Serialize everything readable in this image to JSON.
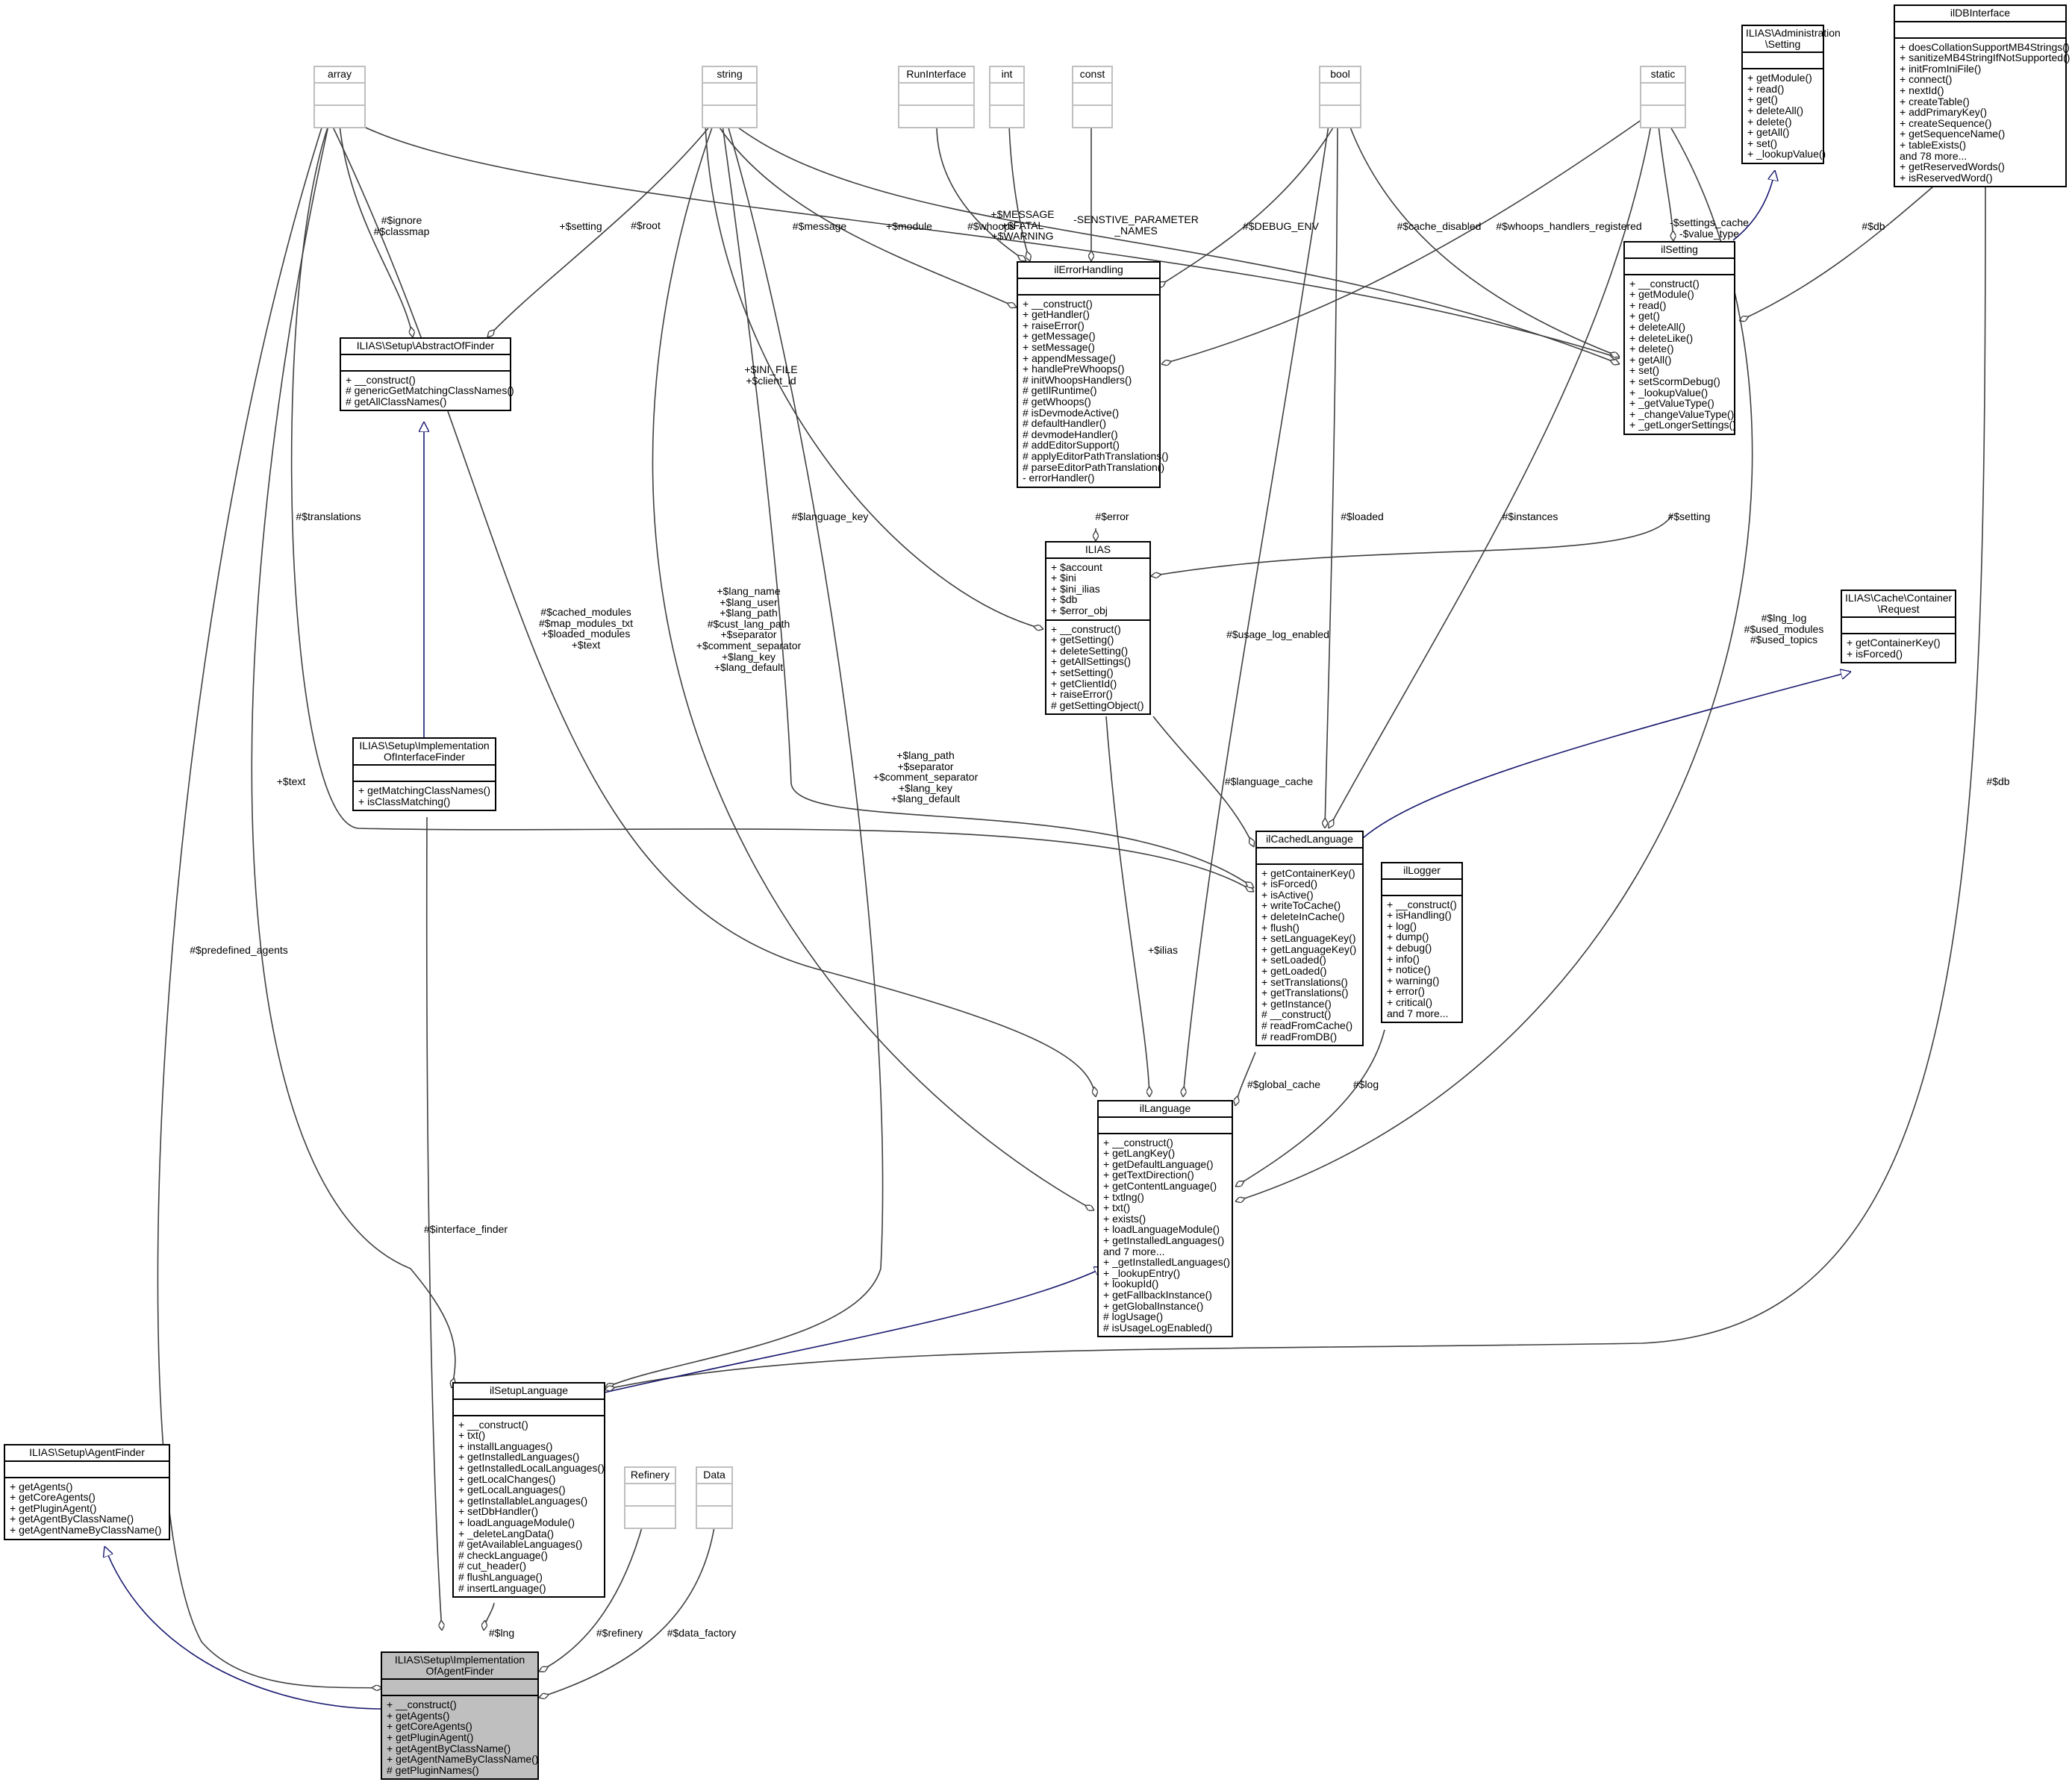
{
  "diagram": {
    "classes": {
      "array": {
        "name": "array",
        "attrs": [],
        "methods": []
      },
      "string": {
        "name": "string",
        "attrs": [],
        "methods": []
      },
      "runinterface": {
        "name": "RunInterface",
        "attrs": [],
        "methods": []
      },
      "int": {
        "name": "int",
        "attrs": [],
        "methods": []
      },
      "const": {
        "name": "const",
        "attrs": [],
        "methods": []
      },
      "bool": {
        "name": "bool",
        "attrs": [],
        "methods": []
      },
      "static": {
        "name": "static",
        "attrs": [],
        "methods": []
      },
      "admin_setting": {
        "name": "ILIAS\\Administration\n\\Setting",
        "attrs": [],
        "methods": [
          "+ getModule()",
          "+ read()",
          "+ get()",
          "+ deleteAll()",
          "+ delete()",
          "+ getAll()",
          "+ set()",
          "+ _lookupValue()"
        ]
      },
      "ildbinterface": {
        "name": "ilDBInterface",
        "attrs": [],
        "methods": [
          "+ doesCollationSupportMB4Strings()",
          "+ sanitizeMB4StringIfNotSupported()",
          "+ initFromIniFile()",
          "+ connect()",
          "+ nextId()",
          "+ createTable()",
          "+ addPrimaryKey()",
          "+ createSequence()",
          "+ getSequenceName()",
          "+ tableExists()",
          "and 78 more...",
          "+ getReservedWords()",
          "+ isReservedWord()"
        ]
      },
      "ilerrorhandling": {
        "name": "ilErrorHandling",
        "attrs": [],
        "methods": [
          "+ __construct()",
          "+ getHandler()",
          "+ raiseError()",
          "+ getMessage()",
          "+ setMessage()",
          "+ appendMessage()",
          "+ handlePreWhoops()",
          "# initWhoopsHandlers()",
          "# getIlRuntime()",
          "# getWhoops()",
          "# isDevmodeActive()",
          "# defaultHandler()",
          "# devmodeHandler()",
          "# addEditorSupport()",
          "# applyEditorPathTranslations()",
          "# parseEditorPathTranslation()",
          "- errorHandler()"
        ]
      },
      "ilsetting": {
        "name": "ilSetting",
        "attrs": [],
        "methods": [
          "+ __construct()",
          "+ getModule()",
          "+ read()",
          "+ get()",
          "+ deleteAll()",
          "+ deleteLike()",
          "+ delete()",
          "+ getAll()",
          "+ set()",
          "+ setScormDebug()",
          "+ _lookupValue()",
          "+ _getValueType()",
          "+ _changeValueType()",
          "+ _getLongerSettings()"
        ]
      },
      "abstractoffinder": {
        "name": "ILIAS\\Setup\\AbstractOfFinder",
        "attrs": [],
        "methods": [
          "+ __construct()",
          "# genericGetMatchingClassNames()",
          "# getAllClassNames()"
        ]
      },
      "ilias": {
        "name": "ILIAS",
        "attrs": [
          "+ $account",
          "+ $ini",
          "+ $ini_ilias",
          "+ $db",
          "+ $error_obj"
        ],
        "methods": [
          "+ __construct()",
          "+ getSetting()",
          "+ deleteSetting()",
          "+ getAllSettings()",
          "+ setSetting()",
          "+ getClientId()",
          "+ raiseError()",
          "# getSettingObject()"
        ]
      },
      "cache_request": {
        "name": "ILIAS\\Cache\\Container\n\\Request",
        "attrs": [],
        "methods": [
          "+ getContainerKey()",
          "+ isForced()"
        ]
      },
      "implinterfacefinder": {
        "name": "ILIAS\\Setup\\Implementation\nOfInterfaceFinder",
        "attrs": [],
        "methods": [
          "+ getMatchingClassNames()",
          "+ isClassMatching()"
        ]
      },
      "ilcachedlanguage": {
        "name": "ilCachedLanguage",
        "attrs": [],
        "methods": [
          "+ getContainerKey()",
          "+ isForced()",
          "+ isActive()",
          "+ writeToCache()",
          "+ deleteInCache()",
          "+ flush()",
          "+ setLanguageKey()",
          "+ getLanguageKey()",
          "+ setLoaded()",
          "+ getLoaded()",
          "+ setTranslations()",
          "+ getTranslations()",
          "+ getInstance()",
          "# __construct()",
          "# readFromCache()",
          "# readFromDB()"
        ]
      },
      "illogger": {
        "name": "ilLogger",
        "attrs": [],
        "methods": [
          "+ __construct()",
          "+ isHandling()",
          "+ log()",
          "+ dump()",
          "+ debug()",
          "+ info()",
          "+ notice()",
          "+ warning()",
          "+ error()",
          "+ critical()",
          "and 7 more..."
        ]
      },
      "illanguage": {
        "name": "ilLanguage",
        "attrs": [],
        "methods": [
          "+ __construct()",
          "+ getLangKey()",
          "+ getDefaultLanguage()",
          "+ getTextDirection()",
          "+ getContentLanguage()",
          "+ txtlng()",
          "+ txt()",
          "+ exists()",
          "+ loadLanguageModule()",
          "+ getInstalledLanguages()",
          "and 7 more...",
          "+ _getInstalledLanguages()",
          "+ _lookupEntry()",
          "+ lookupId()",
          "+ getFallbackInstance()",
          "+ getGlobalInstance()",
          "# logUsage()",
          "# isUsageLogEnabled()"
        ]
      },
      "ilsetuplanguage": {
        "name": "ilSetupLanguage",
        "attrs": [],
        "methods": [
          "+ __construct()",
          "+ txt()",
          "+ installLanguages()",
          "+ getInstalledLanguages()",
          "+ getInstalledLocalLanguages()",
          "+ getLocalChanges()",
          "+ getLocalLanguages()",
          "+ getInstallableLanguages()",
          "+ setDbHandler()",
          "+ loadLanguageModule()",
          "+ _deleteLangData()",
          "# getAvailableLanguages()",
          "# checkLanguage()",
          "# cut_header()",
          "# flushLanguage()",
          "# insertLanguage()"
        ]
      },
      "agentfinder": {
        "name": "ILIAS\\Setup\\AgentFinder",
        "attrs": [],
        "methods": [
          "+ getAgents()",
          "+ getCoreAgents()",
          "+ getPluginAgent()",
          "+ getAgentByClassName()",
          "+ getAgentNameByClassName()"
        ]
      },
      "refinery": {
        "name": "Refinery",
        "attrs": [],
        "methods": []
      },
      "data": {
        "name": "Data",
        "attrs": [],
        "methods": []
      },
      "implagentfinder": {
        "name": "ILIAS\\Setup\\Implementation\nOfAgentFinder",
        "attrs": [],
        "methods": [
          "+ __construct()",
          "+ getAgents()",
          "+ getCoreAgents()",
          "+ getPluginAgent()",
          "+ getAgentByClassName()",
          "+ getAgentNameByClassName()",
          "# getPluginNames()"
        ]
      }
    },
    "labels": {
      "l_ignore": "#$ignore\n#$classmap",
      "l_root": "#$root",
      "l_setting": "+$setting",
      "l_message": "#$message",
      "l_module": "+$module",
      "l_whoops": "#$whoops",
      "l_fatal": "+$MESSAGE\n+$FATAL\n+$WARNING",
      "l_senstive": "-SENSTIVE_PARAMETER\n_NAMES",
      "l_debug": "#$DEBUG_ENV",
      "l_cache_disabled": "#$cache_disabled",
      "l_whoops_reg": "#$whoops_handlers_registered",
      "l_settings_cache": "-$settings_cache\n-$value_type",
      "l_db_top": "#$db",
      "l_ini_file": "+$INI_FILE\n+$client_id",
      "l_translations": "#$translations",
      "l_language_key": "#$language_key",
      "l_loaded": "#$loaded",
      "l_instances": "#$instances",
      "l_ssetting": "#$setting",
      "l_error": "#$error",
      "l_cached_modules": "#$cached_modules\n#$map_modules_txt\n+$loaded_modules\n+$text",
      "l_lang_name": "+$lang_name\n+$lang_user\n+$lang_path\n#$cust_lang_path\n+$separator\n+$comment_separator\n+$lang_key\n+$lang_default",
      "l_usage_log": "#$usage_log_enabled",
      "l_lng_log": "#$lng_log\n#$used_modules\n#$used_topics",
      "l_text": "+$text",
      "l_lang_path": "+$lang_path\n+$separator\n+$comment_separator\n+$lang_key\n+$lang_default",
      "l_language_cache": "#$language_cache",
      "l_ilias": "+$ilias",
      "l_global_cache": "#$global_cache",
      "l_log": "#$log",
      "l_db_right": "#$db",
      "l_predefined": "#$predefined_agents",
      "l_interface_finder": "#$interface_finder",
      "l_lng": "#$lng",
      "l_refinery": "#$refinery",
      "l_data_factory": "#$data_factory"
    }
  }
}
